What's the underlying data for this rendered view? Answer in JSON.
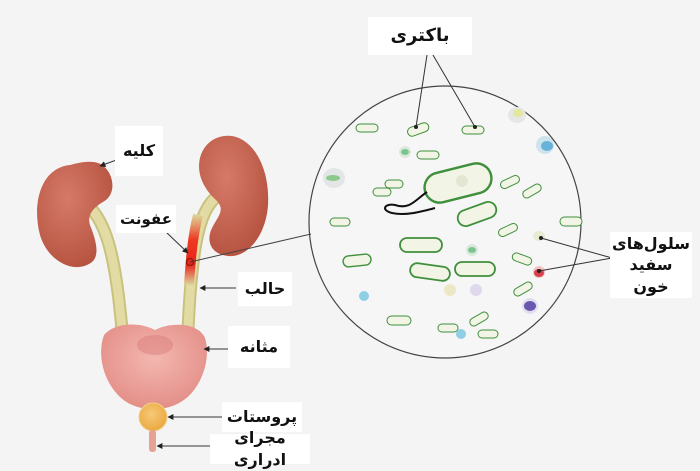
{
  "diagram": {
    "title": "Urinary tract infection diagram",
    "labels": {
      "bacteria": "باکتری",
      "kidney": "کلیه",
      "infection": "عفونت",
      "ureter": "حالب",
      "bladder": "مثانه",
      "prostate": "پروستات",
      "urethra": "مجرای ادراری",
      "white_blood_cells_line1": "سلول‌های",
      "white_blood_cells_line2": "سفید خون"
    },
    "colors": {
      "background": "#f4f4f4",
      "kidney": "#c2604f",
      "ureter": "#dcd59a",
      "infection": "#e8221c",
      "bladder": "#e9958f",
      "prostate": "#f2b654",
      "urethra": "#e7a296",
      "bacteria_outline": "#3f8f3c",
      "label_bg": "#ffffff"
    }
  }
}
